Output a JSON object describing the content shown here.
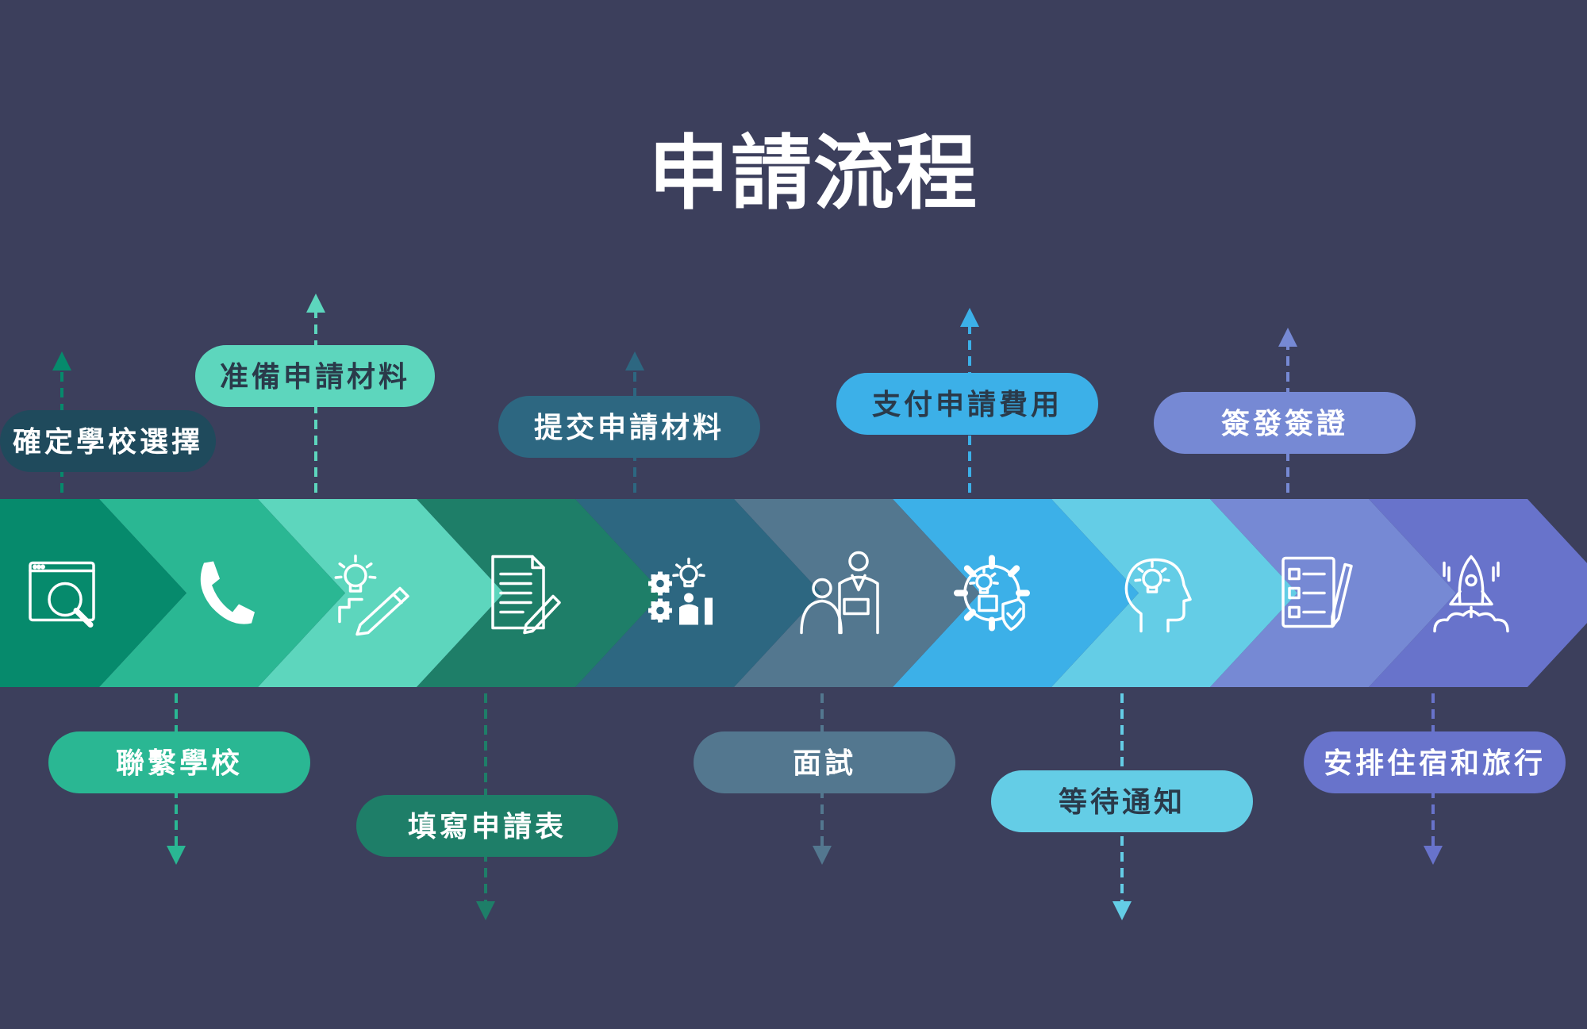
{
  "title": "申請流程",
  "colors": {
    "background": "#3c3f5c",
    "text_light": "#ffffff",
    "text_dark": "#2a3a4a"
  },
  "steps": [
    {
      "label": "確定學校選擇",
      "icon": "search-window-icon",
      "color": "#068a6c",
      "position": "top"
    },
    {
      "label": "聯繫學校",
      "icon": "phone-icon",
      "color": "#2ab793",
      "position": "bottom"
    },
    {
      "label": "准備申請材料",
      "icon": "idea-pencil-icon",
      "color": "#5dd6bd",
      "position": "top"
    },
    {
      "label": "填寫申請表",
      "icon": "document-pen-icon",
      "color": "#1e7e68",
      "position": "bottom"
    },
    {
      "label": "提交申請材料",
      "icon": "gears-presentation-icon",
      "color": "#2d6781",
      "position": "top"
    },
    {
      "label": "面試",
      "icon": "interview-icon",
      "color": "#53778f",
      "position": "bottom"
    },
    {
      "label": "支付申請費用",
      "icon": "gear-shield-icon",
      "color": "#3cb0e8",
      "position": "top"
    },
    {
      "label": "等待通知",
      "icon": "head-bulb-icon",
      "color": "#64cde6",
      "position": "bottom"
    },
    {
      "label": "簽發簽證",
      "icon": "checklist-icon",
      "color": "#7689d4",
      "position": "top"
    },
    {
      "label": "安排住宿和旅行",
      "icon": "rocket-icon",
      "color": "#6873cb",
      "position": "bottom"
    }
  ]
}
